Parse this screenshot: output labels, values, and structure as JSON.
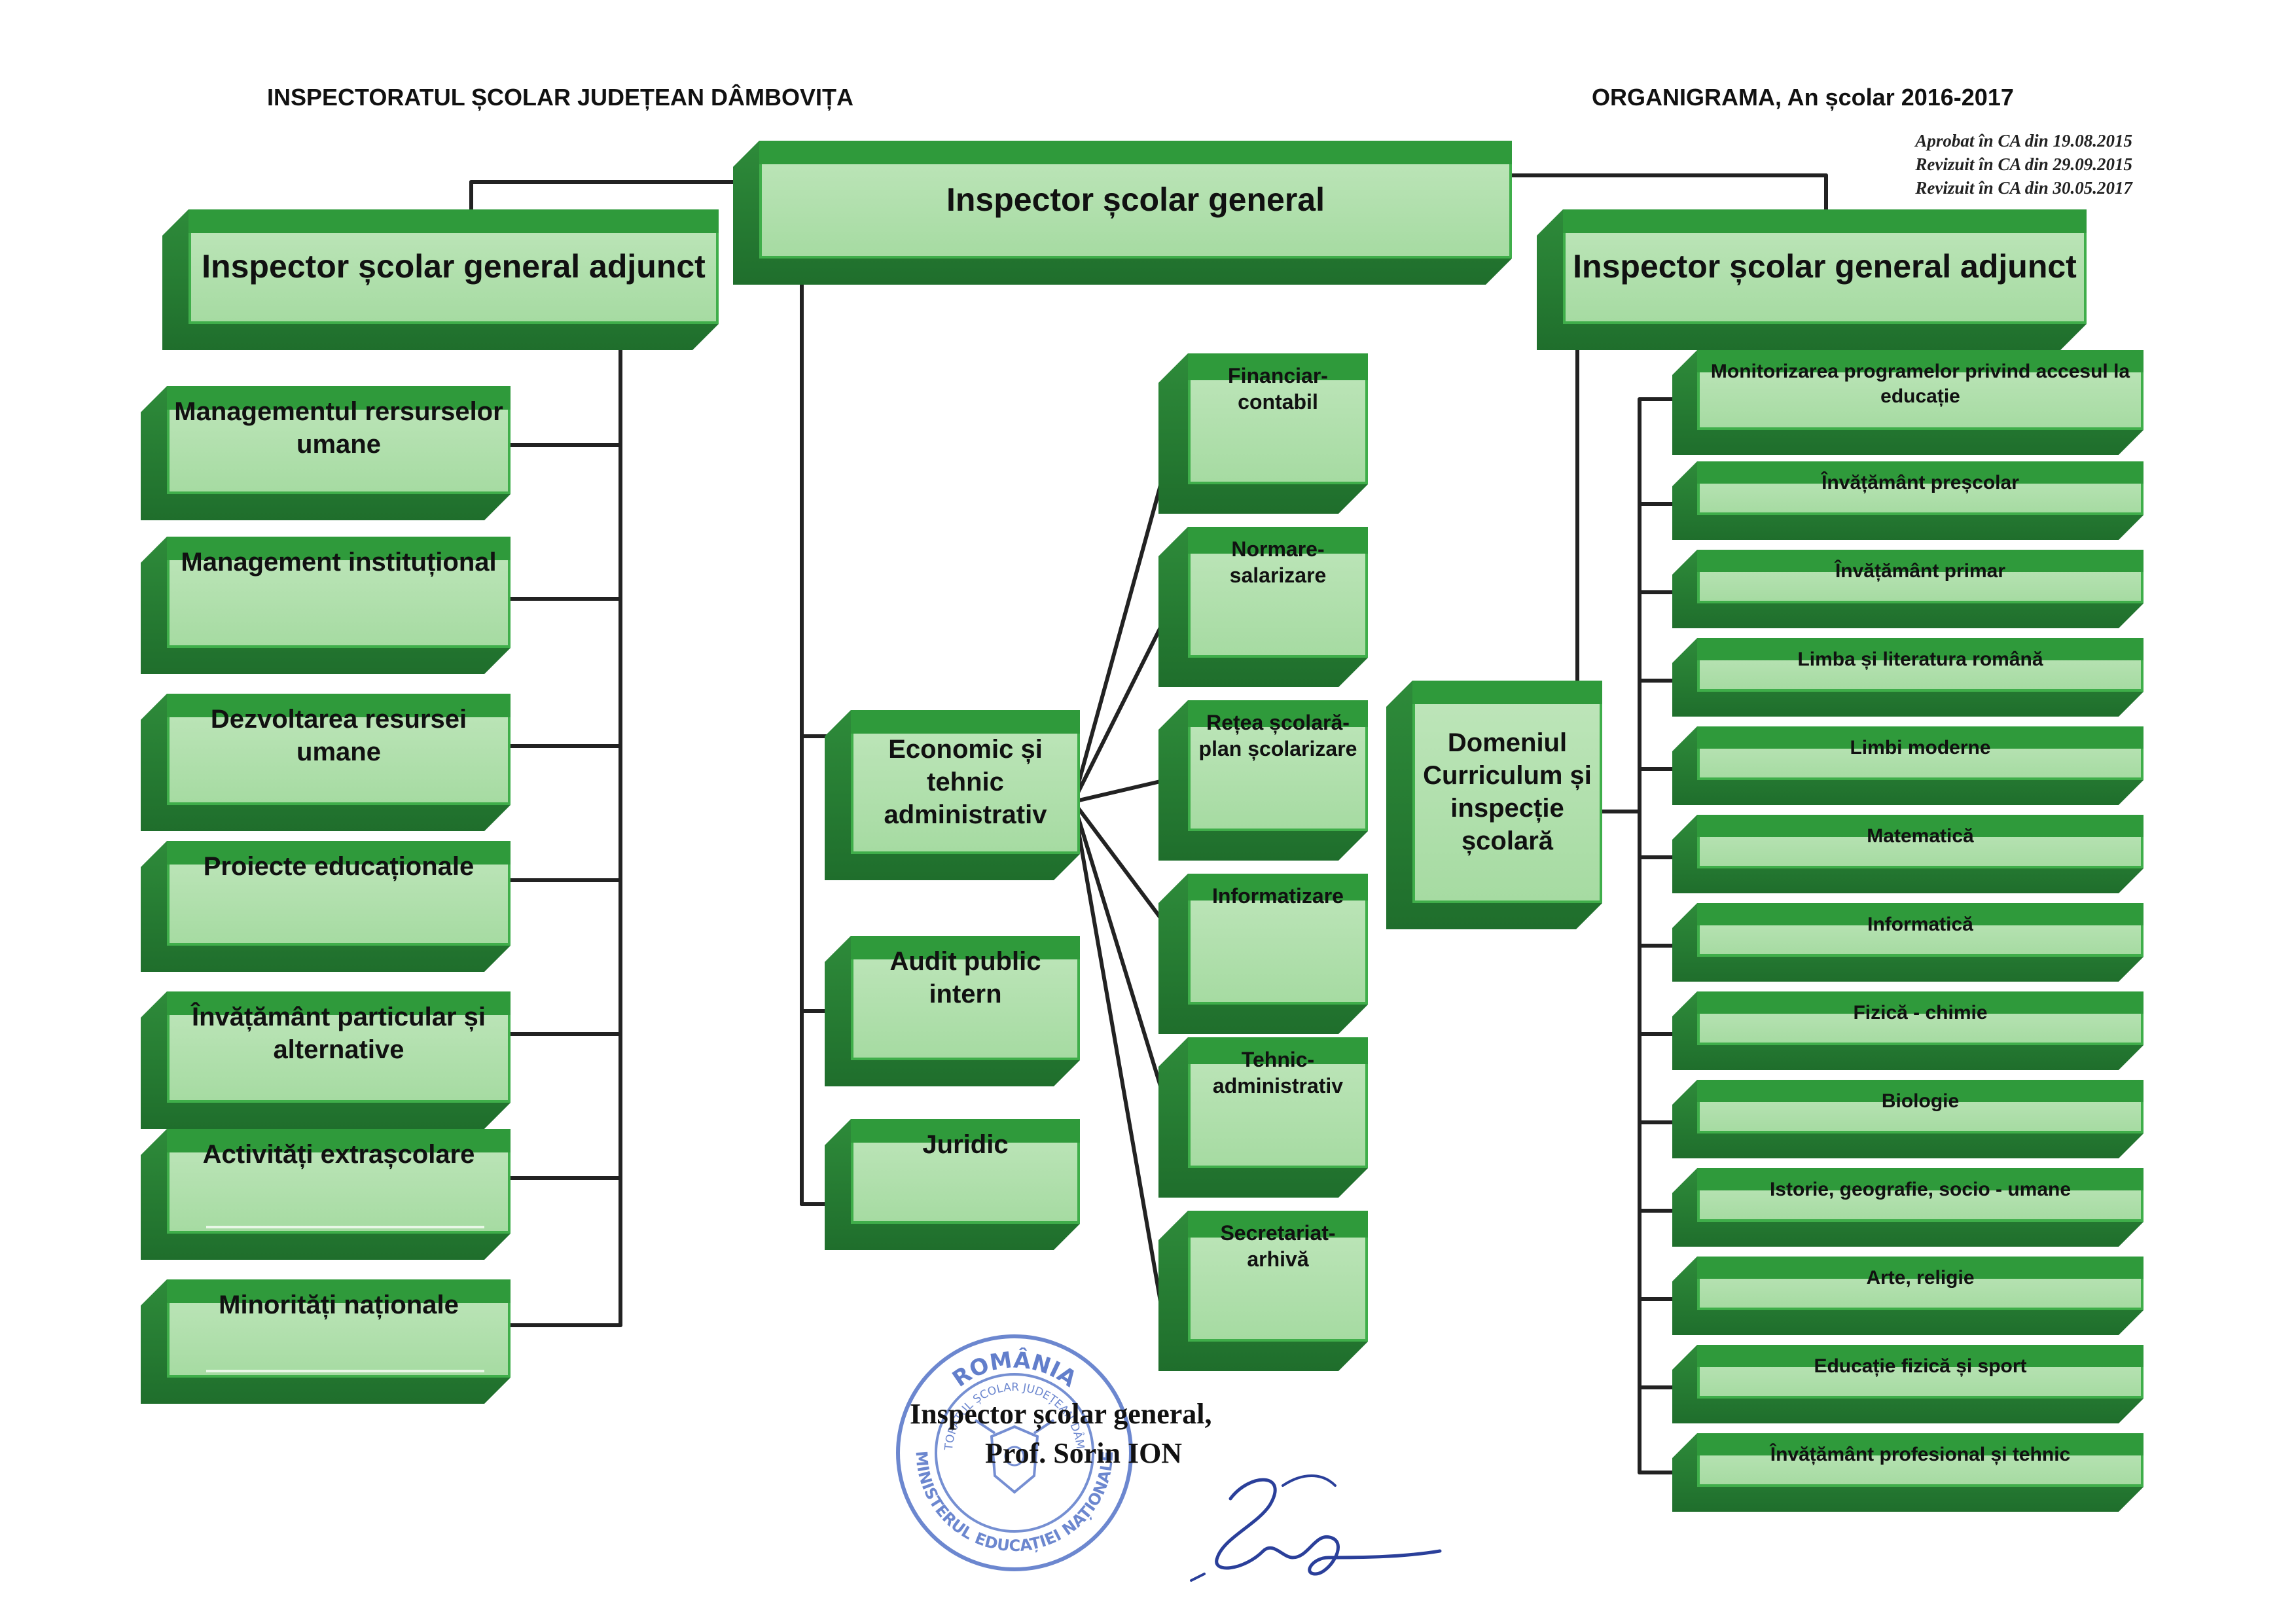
{
  "header": {
    "institution": "INSPECTORATUL ȘCOLAR JUDEȚEAN DÂMBOVIȚA",
    "document_title": "ORGANIGRAMA, An școlar 2016-2017",
    "approvals": [
      "Aprobat în CA din 19.08.2015",
      "Revizuit în CA din 29.09.2015",
      "Revizuit în CA din 30.05.2017"
    ]
  },
  "top": {
    "label": "Inspector școlar general"
  },
  "left_deputy": {
    "label": "Inspector școlar general adjunct"
  },
  "right_deputy": {
    "label": "Inspector școlar general adjunct"
  },
  "left_units": [
    "Managementul rersurselor umane",
    "Management instituțional",
    "Dezvoltarea resursei umane",
    "Proiecte educaționale",
    "Învățământ particular și alternative",
    "Activități extrașcolare",
    "Minorități naționale"
  ],
  "center_units": [
    "Economic și tehnic administrativ",
    "Audit public intern",
    "Juridic"
  ],
  "economic_subunits": [
    "Financiar-contabil",
    "Normare-salarizare",
    "Rețea școlară-plan școlarizare",
    "Informatizare",
    "Tehnic-administrativ",
    "Secretariat-arhivă"
  ],
  "curriculum": {
    "label": "Domeniul Curriculum și inspecție școlară"
  },
  "curriculum_areas": [
    "Monitorizarea programelor privind accesul la educație",
    "Învățământ preșcolar",
    "Învățământ primar",
    "Limba și literatura română",
    "Limbi moderne",
    "Matematică",
    "Informatică",
    "Fizică - chimie",
    "Biologie",
    "Istorie, geografie, socio - umane",
    "Arte, religie",
    "Educație fizică și sport",
    "Învățământ profesional și tehnic"
  ],
  "signature": {
    "title": "Inspector școlar general,",
    "name": "Prof. Sorin ION"
  },
  "stamp": {
    "lines": [
      "ROMÂNIA",
      "INSPECTORATUL ȘCOLAR JUDEȚEAN DÂMBOVIȚA",
      "MINISTERUL EDUCAȚIEI NAȚIONALE"
    ]
  },
  "colors": {
    "box_face": "#a6dba2",
    "box_side": "#1f6e2c",
    "box_border": "#3fae4a",
    "connector": "#222222"
  }
}
